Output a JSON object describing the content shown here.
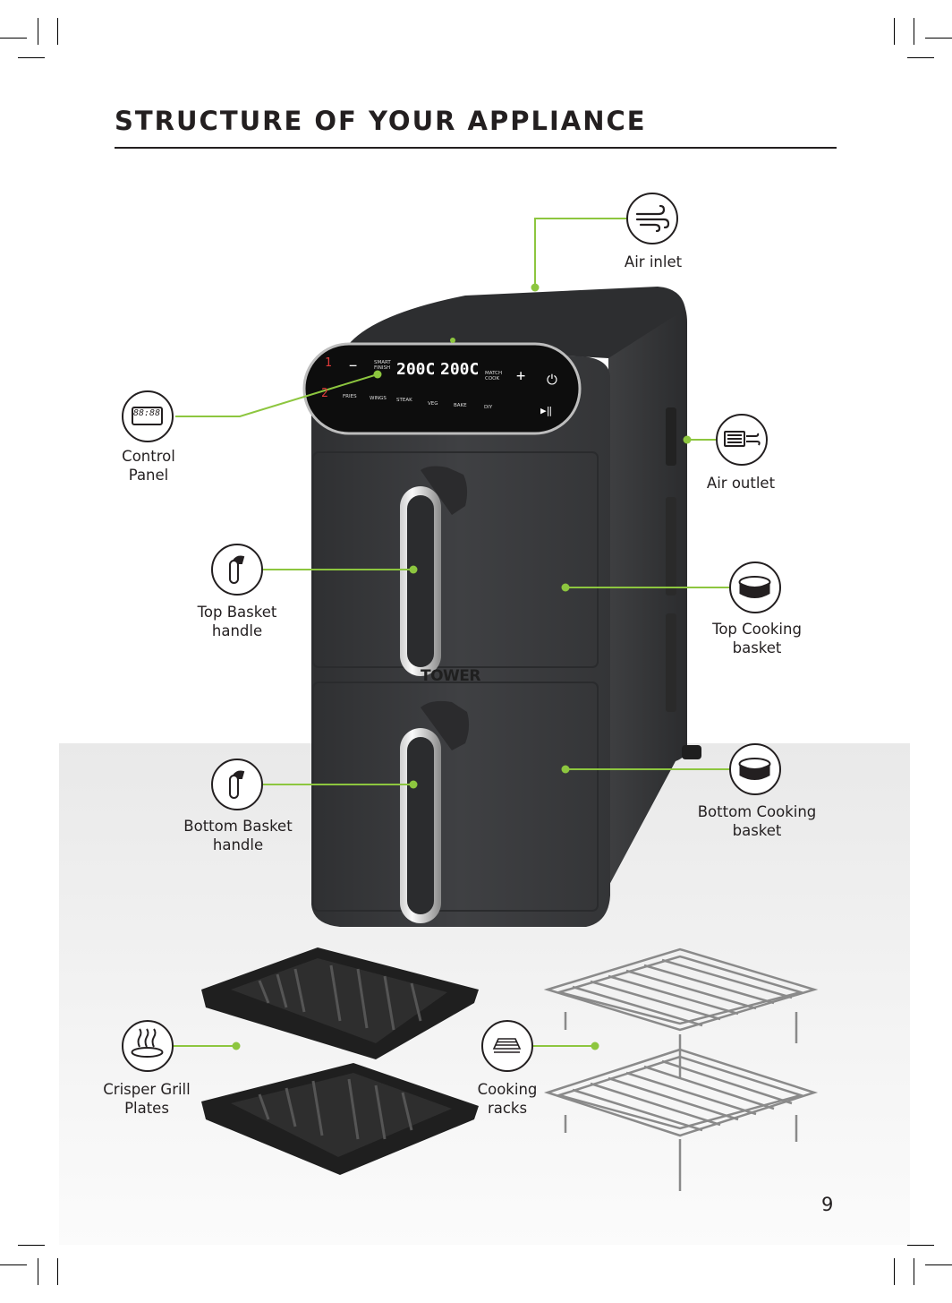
{
  "page": {
    "title": "STRUCTURE OF YOUR APPLIANCE",
    "page_number": "9"
  },
  "labels": {
    "air_inlet": "Air inlet",
    "control_panel_line1": "Control",
    "control_panel_line2": "Panel",
    "air_outlet": "Air outlet",
    "top_basket_handle_line1": "Top Basket",
    "top_basket_handle_line2": "handle",
    "top_cooking_basket_line1": "Top Cooking",
    "top_cooking_basket_line2": "basket",
    "bottom_basket_handle_line1": "Bottom Basket",
    "bottom_basket_handle_line2": "handle",
    "bottom_cooking_basket_line1": "Bottom Cooking",
    "bottom_cooking_basket_line2": "basket",
    "crisper_grill_plates_line1": "Crisper Grill",
    "crisper_grill_plates_line2": "Plates",
    "cooking_racks_line1": "Cooking",
    "cooking_racks_line2": "racks"
  },
  "control_panel": {
    "display_left": "200C",
    "display_right": "200C",
    "zone_1": "1",
    "zone_2": "2",
    "minus": "−",
    "plus": "+",
    "smart_finish_line1": "SMART",
    "smart_finish_line2": "FINISH",
    "match_cook_line1": "MATCH",
    "match_cook_line2": "COOK",
    "presets": [
      "FRIES",
      "WINGS",
      "STEAK",
      "VEG",
      "BAKE",
      "DIY"
    ],
    "clock_display": "88:88"
  },
  "brand": {
    "name": "TOWER",
    "accent": "#8dc63f",
    "body_color": "#3a3b3d"
  }
}
